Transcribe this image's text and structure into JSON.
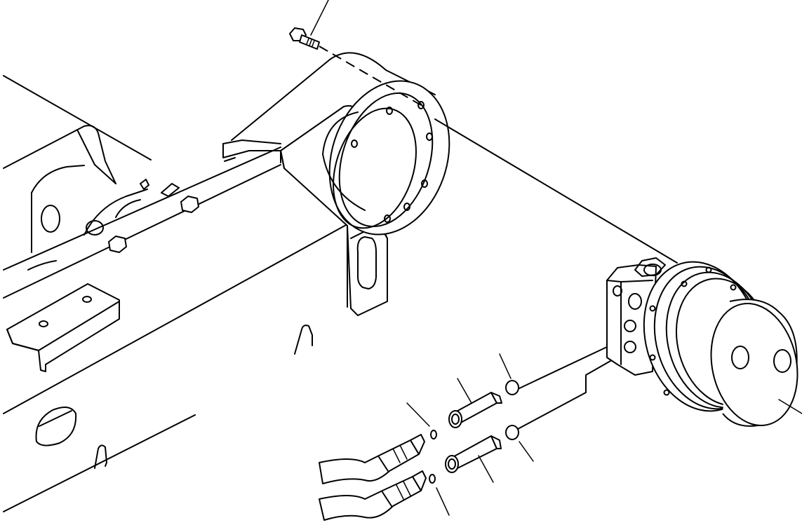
{
  "diagram": {
    "type": "exploded-parts-drawing",
    "label_text": [],
    "parts": [
      "bolt",
      "track-frame",
      "motor-mount-bracket",
      "travel-motor",
      "o-ring-upper",
      "o-ring-lower",
      "adapter-upper",
      "adapter-lower",
      "small-o-ring-upper",
      "small-o-ring-lower",
      "hose-upper",
      "hose-lower"
    ],
    "line_color": "#000000",
    "background_color": "#ffffff"
  }
}
